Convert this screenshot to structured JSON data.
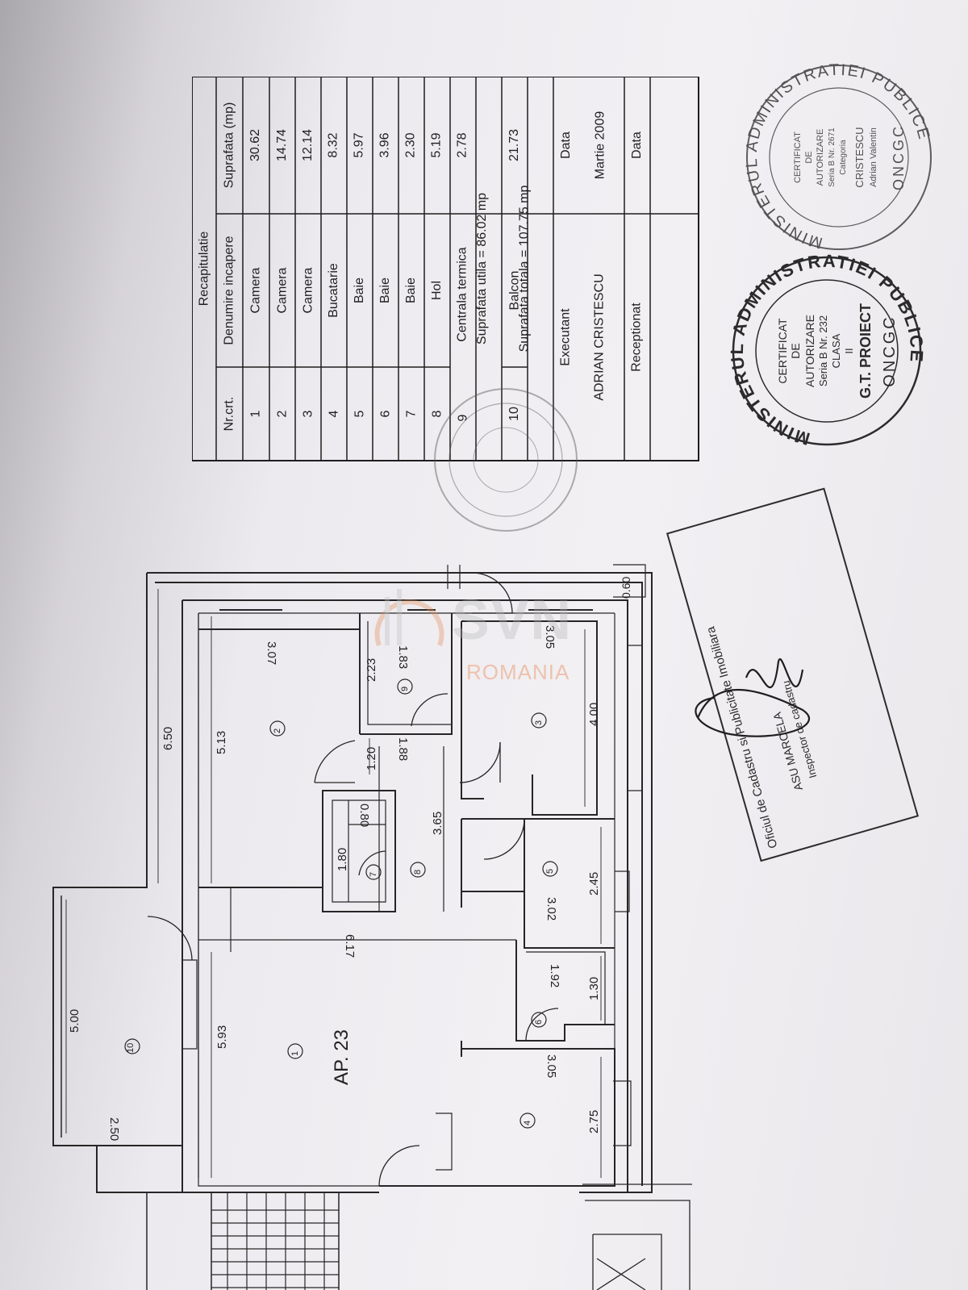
{
  "recap": {
    "title": "Recapitulatie",
    "headers": {
      "nr": "Nr.crt.",
      "name": "Denumire incapere",
      "area": "Suprafata (mp)"
    },
    "rows": [
      {
        "nr": "1",
        "name": "Camera",
        "area": "30.62"
      },
      {
        "nr": "2",
        "name": "Camera",
        "area": "14.74"
      },
      {
        "nr": "3",
        "name": "Camera",
        "area": "12.14"
      },
      {
        "nr": "4",
        "name": "Bucatarie",
        "area": "8.32"
      },
      {
        "nr": "5",
        "name": "Baie",
        "area": "5.97"
      },
      {
        "nr": "6",
        "name": "Baie",
        "area": "3.96"
      },
      {
        "nr": "7",
        "name": "Baie",
        "area": "2.30"
      },
      {
        "nr": "8",
        "name": "Hol",
        "area": "5.19"
      },
      {
        "nr": "9",
        "name": "Centrala termica",
        "area": "2.78"
      }
    ],
    "useful_area": "Suprafata utila = 86.02 mp",
    "balcony": {
      "nr": "10",
      "name": "Balcon",
      "area": "21.73"
    },
    "total_area": "Suprafata totala = 107.75 mp",
    "executant_label": "Executant",
    "executant_name": "ADRIAN CRISTESCU",
    "date_label": "Data",
    "date_value": "Martie 2009",
    "receptionat_label": "Receptionat",
    "date_label_2": "Data"
  },
  "stamps": {
    "stamp1": {
      "outer": "MINISTERUL ADMINISTRATIEI PUBLICE",
      "line1": "CERTIFICAT",
      "line2": "DE",
      "line3": "AUTORIZARE",
      "line4": "Seria B Nr. 232",
      "line5": "CLASA",
      "line6": "II",
      "line7": "G.T. PROIECT",
      "bottom": "ONCGC"
    },
    "stamp2": {
      "outer": "MINISTERUL ADMINISTRATIEI PUBLICE",
      "line1": "CERTIFICAT",
      "line2": "DE",
      "line3": "AUTORIZARE",
      "line4": "Seria B Nr. 2671",
      "line5": "Categoria",
      "line6": "CRISTESCU",
      "line7": "Adrian Valentin",
      "bottom": "ONCGC"
    },
    "rect_stamp": {
      "line1": "Oficiul de Cadastru si Publicitate Imobiliara",
      "line2": "Inspector de cadastru",
      "line3": "ASU MARCELA"
    }
  },
  "plan": {
    "apartment": "AP. 23",
    "rooms": [
      "1",
      "2",
      "3",
      "4",
      "5",
      "6",
      "7",
      "8",
      "9",
      "10"
    ],
    "dims": [
      "6.50",
      "5.13",
      "3.07",
      "2.23",
      "1.83",
      "1.20",
      "1.88",
      "3.65",
      "0.80",
      "1.80",
      "3.05",
      "4.00",
      "0.60",
      "2.45",
      "3.02",
      "6.17",
      "5.93",
      "1.92",
      "1.30",
      "5.00",
      "2.50",
      "3.05",
      "2.75"
    ]
  },
  "watermark": {
    "brand": "SVN",
    "sub": "ROMANIA"
  }
}
